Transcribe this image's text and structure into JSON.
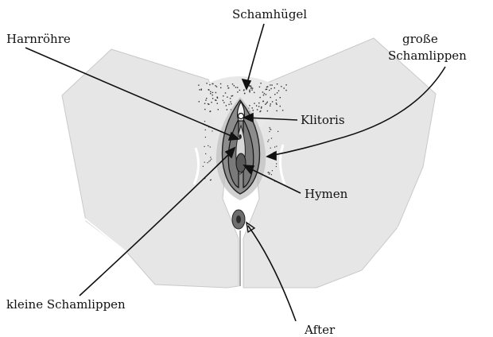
{
  "labels": {
    "mons_pubis": "Schamhügel",
    "urethra": "Harnröhre",
    "labia_majora_line1": "große",
    "labia_majora_line2": "Schamlippen",
    "clitoris": "Klitoris",
    "hymen": "Hymen",
    "labia_minora": "kleine Schamlippen",
    "anus": "After"
  },
  "colors": {
    "skin": "#e6e6e6",
    "skin_shadow": "#d4d4d4",
    "line": "#111111",
    "labia_minora": "#8c8c8c",
    "inner": "#6f6f6f",
    "pubic_dots": "#333333"
  }
}
